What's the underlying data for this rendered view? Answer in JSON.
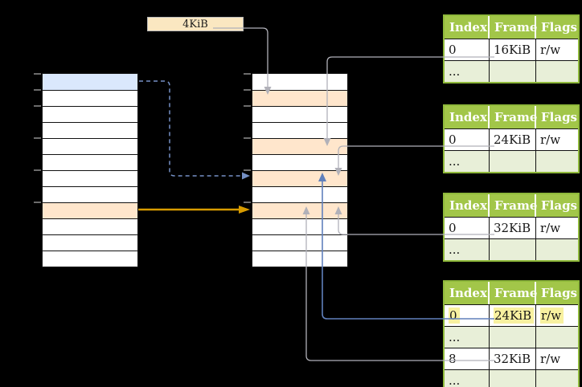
{
  "page_size_box": {
    "label": "4KiB"
  },
  "columns": {
    "virtual_memory": {
      "rows": 12,
      "blue_row": 1,
      "orange_row": 9
    },
    "physical_memory": {
      "rows": 12,
      "orange_rows": [
        2,
        5,
        7,
        9
      ]
    }
  },
  "page_tables": [
    {
      "headers": [
        "Index",
        "Frame",
        "Flags"
      ],
      "rows": [
        {
          "index": "0",
          "frame": "16KiB",
          "flags": "r/w"
        },
        {
          "index": "...",
          "frame": "",
          "flags": ""
        }
      ]
    },
    {
      "headers": [
        "Index",
        "Frame",
        "Flags"
      ],
      "rows": [
        {
          "index": "0",
          "frame": "24KiB",
          "flags": "r/w"
        },
        {
          "index": "...",
          "frame": "",
          "flags": ""
        }
      ]
    },
    {
      "headers": [
        "Index",
        "Frame",
        "Flags"
      ],
      "rows": [
        {
          "index": "0",
          "frame": "32KiB",
          "flags": "r/w"
        },
        {
          "index": "...",
          "frame": "",
          "flags": ""
        }
      ]
    },
    {
      "headers": [
        "Index",
        "Frame",
        "Flags"
      ],
      "rows": [
        {
          "index": "0",
          "frame": "24KiB",
          "flags": "r/w",
          "highlighted": true
        },
        {
          "index": "...",
          "frame": "",
          "flags": ""
        },
        {
          "index": "8",
          "frame": "32KiB",
          "flags": "r/w"
        },
        {
          "index": "...",
          "frame": "",
          "flags": ""
        }
      ]
    }
  ],
  "colors": {
    "bg": "#000000",
    "row-blue": "#DAE8FC",
    "row-orange": "#FFE6CC",
    "box-cream": "#FAE7C1",
    "cell-border": "#121212",
    "tbl-header": "#A2C649",
    "tbl-border": "#8FB93B",
    "tbl-row-green": "#E8EFD8",
    "hl-yellow": "#F8F1A0",
    "arrow-gray": "#B1B1B9",
    "arrow-blue": "#6080BC",
    "arrow-dashed-blue": "#7590C5",
    "arrow-orange": "#D79B00",
    "tick-gray": "#8F8F8F"
  }
}
